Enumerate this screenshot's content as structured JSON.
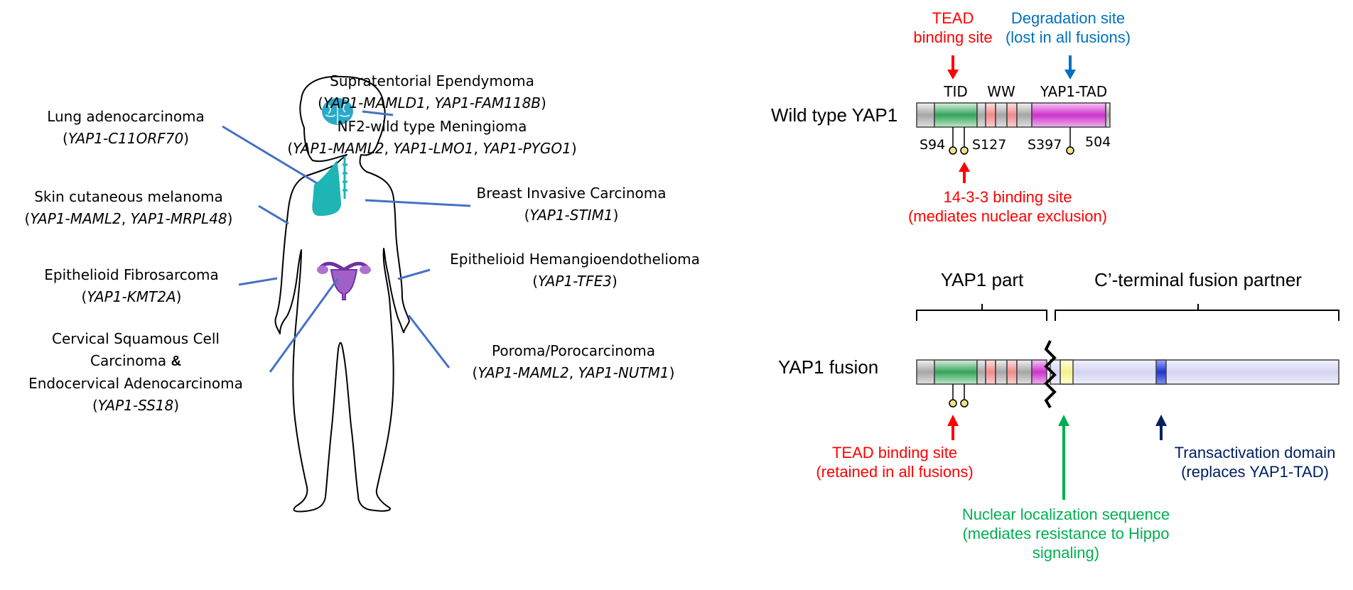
{
  "tumors": [
    {
      "name": "Supratentorial Ependymoma",
      "genes": [
        "YAP1-MAMLD1",
        "YAP1-FAM118B"
      ],
      "sep": ", "
    },
    {
      "name": "NF2-wild type Meningioma",
      "genes": [
        "YAP1-MAML2",
        "YAP1-LMO1",
        "YAP1-PYGO1"
      ],
      "sep": ", "
    },
    {
      "name": "Lung adenocarcinoma",
      "genes": [
        "YAP1-C11ORF70"
      ],
      "sep": ", "
    },
    {
      "name": "Skin cutaneous melanoma",
      "genes": [
        "YAP1-MAML2",
        "YAP1-MRPL48"
      ],
      "sep": ", "
    },
    {
      "name": "Breast Invasive Carcinoma",
      "genes": [
        "YAP1-STIM1"
      ],
      "sep": ", "
    },
    {
      "name": "Epithelioid Hemangioendothelioma",
      "genes": [
        "YAP1-TFE3"
      ],
      "sep": ", "
    },
    {
      "name": "Epithelioid Fibrosarcoma",
      "genes": [
        "YAP1-KMT2A"
      ],
      "sep": ", "
    },
    {
      "name": "Poroma/Porocarcinoma",
      "genes": [
        "YAP1-MAML2",
        "YAP1-NUTM1"
      ],
      "sep": ", "
    },
    {
      "name_line1": "Cervical Squamous Cell",
      "name_line2": "Carcinoma",
      "amp": "&",
      "name_line3": "Endocervical Adenocarcinoma",
      "genes": [
        "YAP1-SS18"
      ],
      "sep": ", "
    }
  ],
  "wild_type": {
    "label": "Wild type YAP1",
    "tead_line1": "TEAD",
    "tead_line2": "binding site",
    "degradation_line1": "Degradation site",
    "degradation_line2": "(lost in all fusions)",
    "domain_tid": "TID",
    "domain_ww": "WW",
    "domain_tad": "YAP1-TAD",
    "site_s94": "S94",
    "site_s127": "S127",
    "site_s397": "S397",
    "length": "504",
    "binding1433_line1": "14-3-3 binding site",
    "binding1433_line2": "(mediates nuclear exclusion)"
  },
  "fusion": {
    "label": "YAP1 fusion",
    "yap1_part": "YAP1 part",
    "partner": "C’-terminal fusion partner",
    "tead_line1": "TEAD binding site",
    "tead_line2": "(retained in all fusions)",
    "nls_line1": "Nuclear localization sequence",
    "nls_line2": "(mediates resistance to Hippo",
    "nls_line3": "signaling)",
    "tad_line1": "Transactivation domain",
    "tad_line2": "(replaces YAP1-TAD)"
  },
  "colors": {
    "red": "#ff0000",
    "blue": "#0070c0",
    "green": "#00b050",
    "navy": "#002060",
    "leader": "#4472c4",
    "teal_organ": "#1fb5b5",
    "purple_organ": "#7030a0",
    "tid_green": "#33a35a",
    "ww_pink": "#f4a1a1",
    "tad_magenta": "#cc33cc",
    "partner_lavender": "#dcdcf5",
    "nls_yellow": "#ffffb0",
    "tad_blue": "#2233cc"
  }
}
